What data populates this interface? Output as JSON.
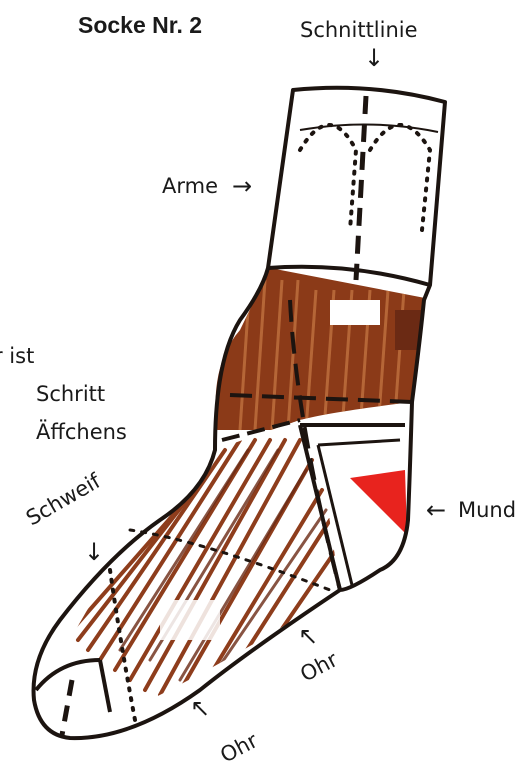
{
  "title": "Socke Nr. 2",
  "labels": {
    "schnittlinie": "Schnittlinie",
    "arme": "Arme",
    "hip_line1": "r ist",
    "hip_line2": "Schritt",
    "hip_line3": "Äffchens",
    "schweif": "Schweif",
    "mund": "Mund",
    "ohr1": "Ohr",
    "ohr2": "Ohr"
  },
  "arrows": {
    "down": "↓",
    "right": "→",
    "left": "←",
    "upleft": "↖"
  },
  "colors": {
    "stroke": "#1c1410",
    "brown_dark": "#6b2a14",
    "brown_mid": "#8e3d1c",
    "brown_light": "#b8652e",
    "mouth": "#e8231e"
  }
}
